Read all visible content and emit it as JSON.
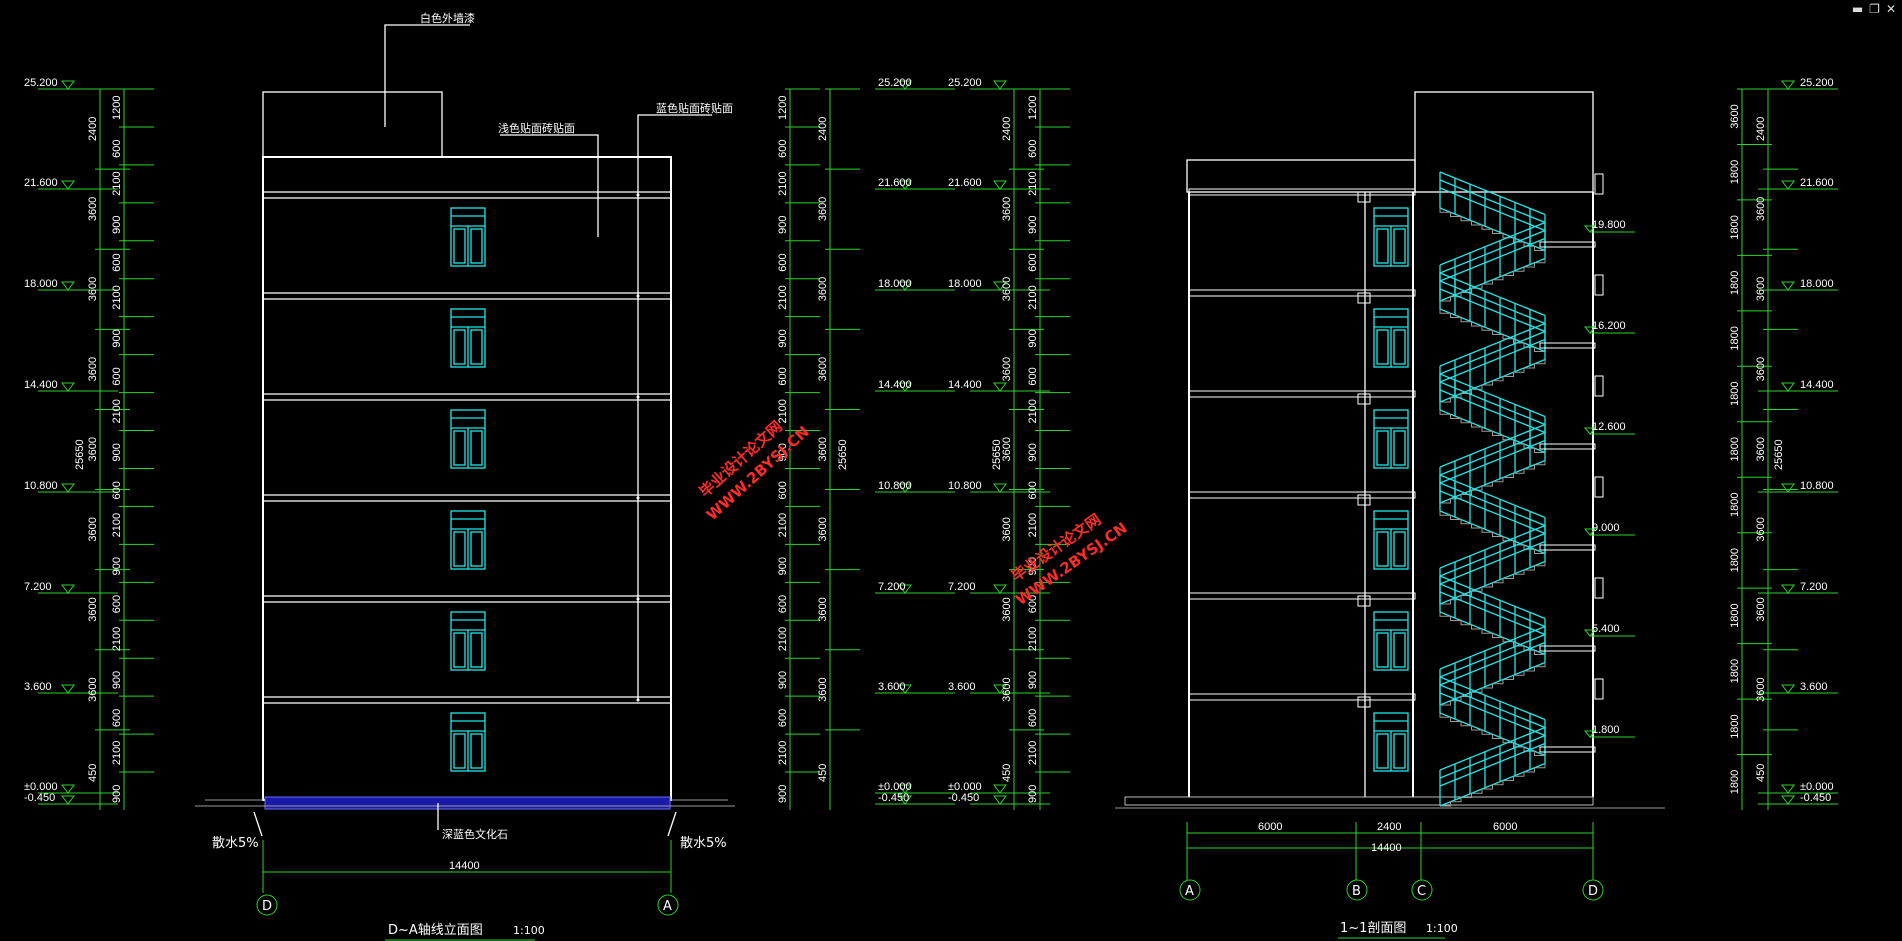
{
  "window_controls": {
    "minimize": "▬",
    "restore": "❐",
    "close": "✕"
  },
  "elevation": {
    "note_top": "白色外墙漆",
    "note_light": "浅色贴面砖贴面",
    "note_blue": "蓝色贴面砖贴面",
    "note_base": "深蓝色文化石",
    "slope_left": "散水5%",
    "slope_right": "散水5%",
    "total_width": "14400",
    "axis_left": "D",
    "axis_right": "A",
    "title": "D~A轴线立面图",
    "scale": "1:100"
  },
  "section": {
    "dims": [
      "6000",
      "2400",
      "6000"
    ],
    "total_width": "14400",
    "axes": [
      "A",
      "B",
      "C",
      "D"
    ],
    "landings": [
      "19.800",
      "16.200",
      "12.600",
      "9.000",
      "5.400",
      "1.800"
    ],
    "title": "1~1剖面图",
    "scale": "1:100"
  },
  "levels": [
    "25.200",
    "21.600",
    "18.000",
    "14.400",
    "10.800",
    "7.200",
    "3.600",
    "±0.000",
    "-0.450"
  ],
  "dim_chains": {
    "outer": [
      "2400",
      "3600",
      "3600",
      "3600",
      "3600",
      "3600",
      "3600",
      "3600",
      "450"
    ],
    "inner": [
      "1200",
      "600",
      "2100",
      "900",
      "600",
      "2100",
      "900",
      "600",
      "2100",
      "900",
      "600",
      "2100",
      "900",
      "600",
      "2100",
      "900",
      "600",
      "2100",
      "900"
    ],
    "total": "25650",
    "right_stair": [
      "3600",
      "1800",
      "1800",
      "1800",
      "1800",
      "1800",
      "1800",
      "1800",
      "1800",
      "1800",
      "1800",
      "1800",
      "1800"
    ]
  },
  "watermark": {
    "site": "WWW.2BYSJ.CN",
    "label": "毕业设计论文网"
  }
}
